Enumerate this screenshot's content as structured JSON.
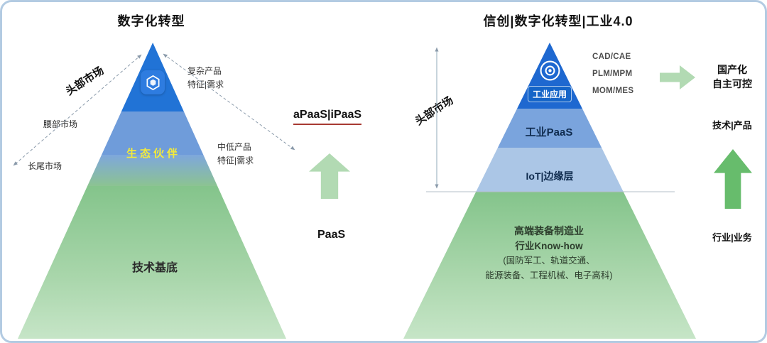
{
  "colors": {
    "border": "#b3cbe2",
    "pyramid_dark_blue": "#2173d6",
    "pyramid_mid_blue": "#6f9cda",
    "pyramid_light_blue": "#abc6e6",
    "pyramid_green": "#84c48b",
    "ecosystem_text": "#f2ea3d",
    "arrow_light_green": "#b2dab3",
    "arrow_dark_green": "#67bc6c",
    "underline_red": "#a83a32"
  },
  "left": {
    "title": "数字化转型",
    "markets": {
      "head": "头部市场",
      "waist": "腰部市场",
      "tail": "长尾市场"
    },
    "demands": {
      "complex": [
        "复杂产品",
        "特征|需求"
      ],
      "midlow": [
        "中低产品",
        "特征|需求"
      ]
    },
    "layers": {
      "ecosystem": "生态伙伴",
      "tech_base": "技术基底"
    }
  },
  "middle": {
    "apaas": "aPaaS|iPaaS",
    "paas": "PaaS"
  },
  "right": {
    "title": "信创|数字化转型|工业4.0",
    "head_market": "头部市场",
    "tech_items": [
      "CAD/CAE",
      "PLM/MPM",
      "MOM/MES"
    ],
    "localization": [
      "国产化",
      "自主可控"
    ],
    "tech_product": "技术|产品",
    "industry_business": "行业|业务",
    "layers": {
      "app": "工业应用",
      "paas": "工业PaaS",
      "iot": "IoT|边缘层",
      "base": [
        "高端装备制造业",
        "行业Know-how",
        "(国防军工、轨道交通、",
        "能源装备、工程机械、电子高科)"
      ]
    }
  }
}
